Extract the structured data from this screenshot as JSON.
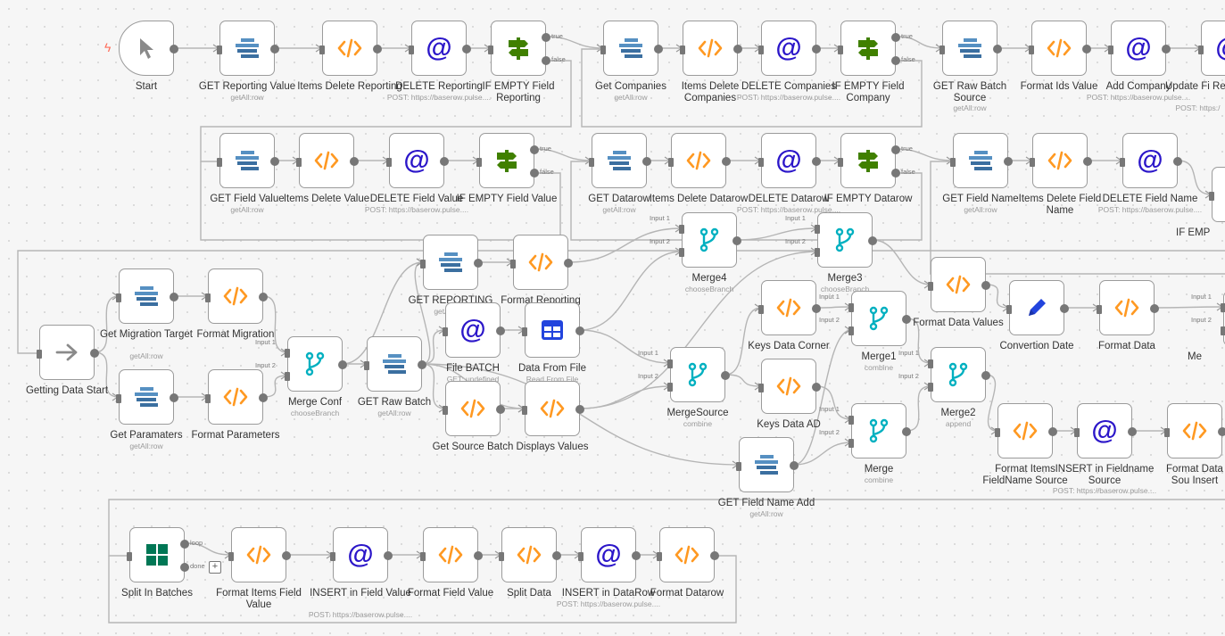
{
  "colors": {
    "http": "#2b16c9",
    "code": "#ff9922",
    "if": "#408000",
    "baserow": "#5690c2",
    "merge": "#00bbcc",
    "wire": "#b5b5b5",
    "spreadsheet": "#2244dd",
    "batch": "#007755"
  },
  "nodes": [
    {
      "id": "start",
      "label": "Start",
      "sub": "",
      "icon": "cursor",
      "shape": "trigger"
    },
    {
      "id": "get-reporting-value",
      "label": "GET Reporting Value",
      "sub": "getAll:row",
      "icon": "baserow"
    },
    {
      "id": "items-delete-reporting",
      "label": "Items Delete Reporting",
      "sub": "",
      "icon": "code"
    },
    {
      "id": "delete-reporting",
      "label": "DELETE Reporting",
      "sub": "POST: https://baserow.pulse....",
      "icon": "http"
    },
    {
      "id": "if-empty-field-reporting",
      "label": "IF EMPTY Field Reporting",
      "sub": "",
      "icon": "if",
      "outs": [
        "true",
        "false"
      ]
    },
    {
      "id": "get-companies",
      "label": "Get Companies",
      "sub": "getAll:row",
      "icon": "baserow"
    },
    {
      "id": "items-delete-companies",
      "label": "Items Delete Companies",
      "sub": "",
      "icon": "code"
    },
    {
      "id": "delete-companies",
      "label": "DELETE Companies",
      "sub": "POST: https://baserow.pulse....",
      "icon": "http"
    },
    {
      "id": "if-empty-field-company",
      "label": "IF EMPTY Field Company",
      "sub": "",
      "icon": "if",
      "outs": [
        "true",
        "false"
      ]
    },
    {
      "id": "get-raw-batch-source",
      "label": "GET Raw Batch Source",
      "sub": "getAll:row",
      "icon": "baserow"
    },
    {
      "id": "format-ids-value",
      "label": "Format Ids Value",
      "sub": "",
      "icon": "code"
    },
    {
      "id": "add-company",
      "label": "Add Company",
      "sub": "POST: https://baserow.pulse....",
      "icon": "http"
    },
    {
      "id": "update-fi",
      "label": "Update Fi Rep",
      "sub": "POST: https:/",
      "icon": "http"
    },
    {
      "id": "get-field-value",
      "label": "GET Field Value",
      "sub": "getAll:row",
      "icon": "baserow"
    },
    {
      "id": "items-delete-value",
      "label": "Items Delete Value",
      "sub": "",
      "icon": "code"
    },
    {
      "id": "delete-field-value",
      "label": "DELETE Field Value",
      "sub": "POST: https://baserow.pulse....",
      "icon": "http"
    },
    {
      "id": "if-empty-field-value",
      "label": "IF EMPTY Field Value",
      "sub": "",
      "icon": "if",
      "outs": [
        "true",
        "false"
      ]
    },
    {
      "id": "get-datarow",
      "label": "GET Datarow",
      "sub": "getAll:row",
      "icon": "baserow"
    },
    {
      "id": "items-delete-datarow",
      "label": "Items Delete Datarow",
      "sub": "",
      "icon": "code"
    },
    {
      "id": "delete-datarow",
      "label": "DELETE Datarow",
      "sub": "POST: https://baserow.pulse....",
      "icon": "http"
    },
    {
      "id": "if-empty-datarow",
      "label": "IF EMPTY Datarow",
      "sub": "",
      "icon": "if",
      "outs": [
        "true",
        "false"
      ]
    },
    {
      "id": "get-field-name",
      "label": "GET Field Name",
      "sub": "getAll:row",
      "icon": "baserow"
    },
    {
      "id": "items-delete-field-name",
      "label": "Items Delete Field Name",
      "sub": "",
      "icon": "code"
    },
    {
      "id": "delete-field-name",
      "label": "DELETE Field Name",
      "sub": "POST: https://baserow.pulse....",
      "icon": "http"
    },
    {
      "id": "if-emp",
      "label": "IF EMP",
      "sub": "",
      "icon": "if"
    },
    {
      "id": "get-reporting",
      "label": "GET REPORTING",
      "sub": "getAll:row",
      "icon": "baserow"
    },
    {
      "id": "format-reporting",
      "label": "Format Reporting",
      "sub": "",
      "icon": "code"
    },
    {
      "id": "merge4",
      "label": "Merge4",
      "sub": "chooseBranch",
      "icon": "merge",
      "ins": [
        "Input 1",
        "Input 2"
      ]
    },
    {
      "id": "merge3",
      "label": "Merge3",
      "sub": "chooseBranch",
      "icon": "merge",
      "ins": [
        "Input 1",
        "Input 2"
      ]
    },
    {
      "id": "getting-data-start",
      "label": "Getting Data Start",
      "sub": "",
      "icon": "arrow"
    },
    {
      "id": "get-migration-target",
      "label": "Get Migration Target",
      "sub": "getAll:row",
      "icon": "baserow"
    },
    {
      "id": "format-migration",
      "label": "Format Migration",
      "sub": "",
      "icon": "code"
    },
    {
      "id": "get-paramaters",
      "label": "Get Paramaters",
      "sub": "getAll:row",
      "icon": "baserow"
    },
    {
      "id": "format-parameters",
      "label": "Format Parameters",
      "sub": "",
      "icon": "code"
    },
    {
      "id": "merge-conf",
      "label": "Merge Conf",
      "sub": "chooseBranch",
      "icon": "merge",
      "ins": [
        "Input 1",
        "Input 2"
      ]
    },
    {
      "id": "get-raw-batch",
      "label": "GET Raw Batch",
      "sub": "getAll:row",
      "icon": "baserow"
    },
    {
      "id": "file-batch",
      "label": "File BATCH",
      "sub": "GET: undefined",
      "icon": "http"
    },
    {
      "id": "data-from-file",
      "label": "Data From File",
      "sub": "Read From File",
      "icon": "spreadsheet"
    },
    {
      "id": "get-source-batch",
      "label": "Get Source Batch",
      "sub": "",
      "icon": "code"
    },
    {
      "id": "displays-values",
      "label": "Displays Values",
      "sub": "",
      "icon": "code"
    },
    {
      "id": "merge-source",
      "label": "MergeSource",
      "sub": "combine",
      "icon": "merge",
      "ins": [
        "Input 1",
        "Input 2"
      ]
    },
    {
      "id": "keys-data-corner",
      "label": "Keys Data Corner",
      "sub": "",
      "icon": "code"
    },
    {
      "id": "keys-data-ad",
      "label": "Keys Data AD",
      "sub": "",
      "icon": "code"
    },
    {
      "id": "merge1",
      "label": "Merge1",
      "sub": "combine",
      "icon": "merge",
      "ins": [
        "Input 1",
        "Input 2"
      ]
    },
    {
      "id": "merge",
      "label": "Merge",
      "sub": "combine",
      "icon": "merge",
      "ins": [
        "Input 1",
        "Input 2"
      ]
    },
    {
      "id": "format-data-values",
      "label": "Format Data Values",
      "sub": "",
      "icon": "code"
    },
    {
      "id": "convertion-date",
      "label": "Convertion Date",
      "sub": "",
      "icon": "pencil"
    },
    {
      "id": "format-data",
      "label": "Format Data",
      "sub": "",
      "icon": "code"
    },
    {
      "id": "me",
      "label": "Me",
      "sub": "",
      "icon": "merge",
      "ins": [
        "Input 1",
        "Input 2"
      ]
    },
    {
      "id": "merge2",
      "label": "Merge2",
      "sub": "append",
      "icon": "merge",
      "ins": [
        "Input 1",
        "Input 2"
      ]
    },
    {
      "id": "format-items-fieldname-source",
      "label": "Format Items FieldName Source",
      "sub": "",
      "icon": "code"
    },
    {
      "id": "insert-in-fieldname-source",
      "label": "INSERT in Fieldname Source",
      "sub": "POST: https://baserow.pulse....",
      "icon": "http"
    },
    {
      "id": "format-data-source-insert",
      "label": "Format Data Sou Insert",
      "sub": "",
      "icon": "code"
    },
    {
      "id": "get-field-name-add",
      "label": "GET Field Name Add",
      "sub": "getAll:row",
      "icon": "baserow"
    },
    {
      "id": "split-in-batches",
      "label": "Split In Batches",
      "sub": "",
      "icon": "batch",
      "outs": [
        "loop",
        "done"
      ]
    },
    {
      "id": "format-items-field-value",
      "label": "Format Items Field Value",
      "sub": "",
      "icon": "code"
    },
    {
      "id": "insert-in-field-value",
      "label": "INSERT in Field Value",
      "sub": "POST: https://baserow.pulse....",
      "icon": "http"
    },
    {
      "id": "format-field-value",
      "label": "Format Field Value",
      "sub": "",
      "icon": "code"
    },
    {
      "id": "split-data",
      "label": "Split Data",
      "sub": "",
      "icon": "code"
    },
    {
      "id": "insert-in-datarow",
      "label": "INSERT in DataRow",
      "sub": "POST: https://baserow.pulse....",
      "icon": "http"
    },
    {
      "id": "format-datarow",
      "label": "Format Datarow",
      "sub": "",
      "icon": "code"
    }
  ],
  "icons": {
    "http": "@",
    "code": "</>"
  }
}
